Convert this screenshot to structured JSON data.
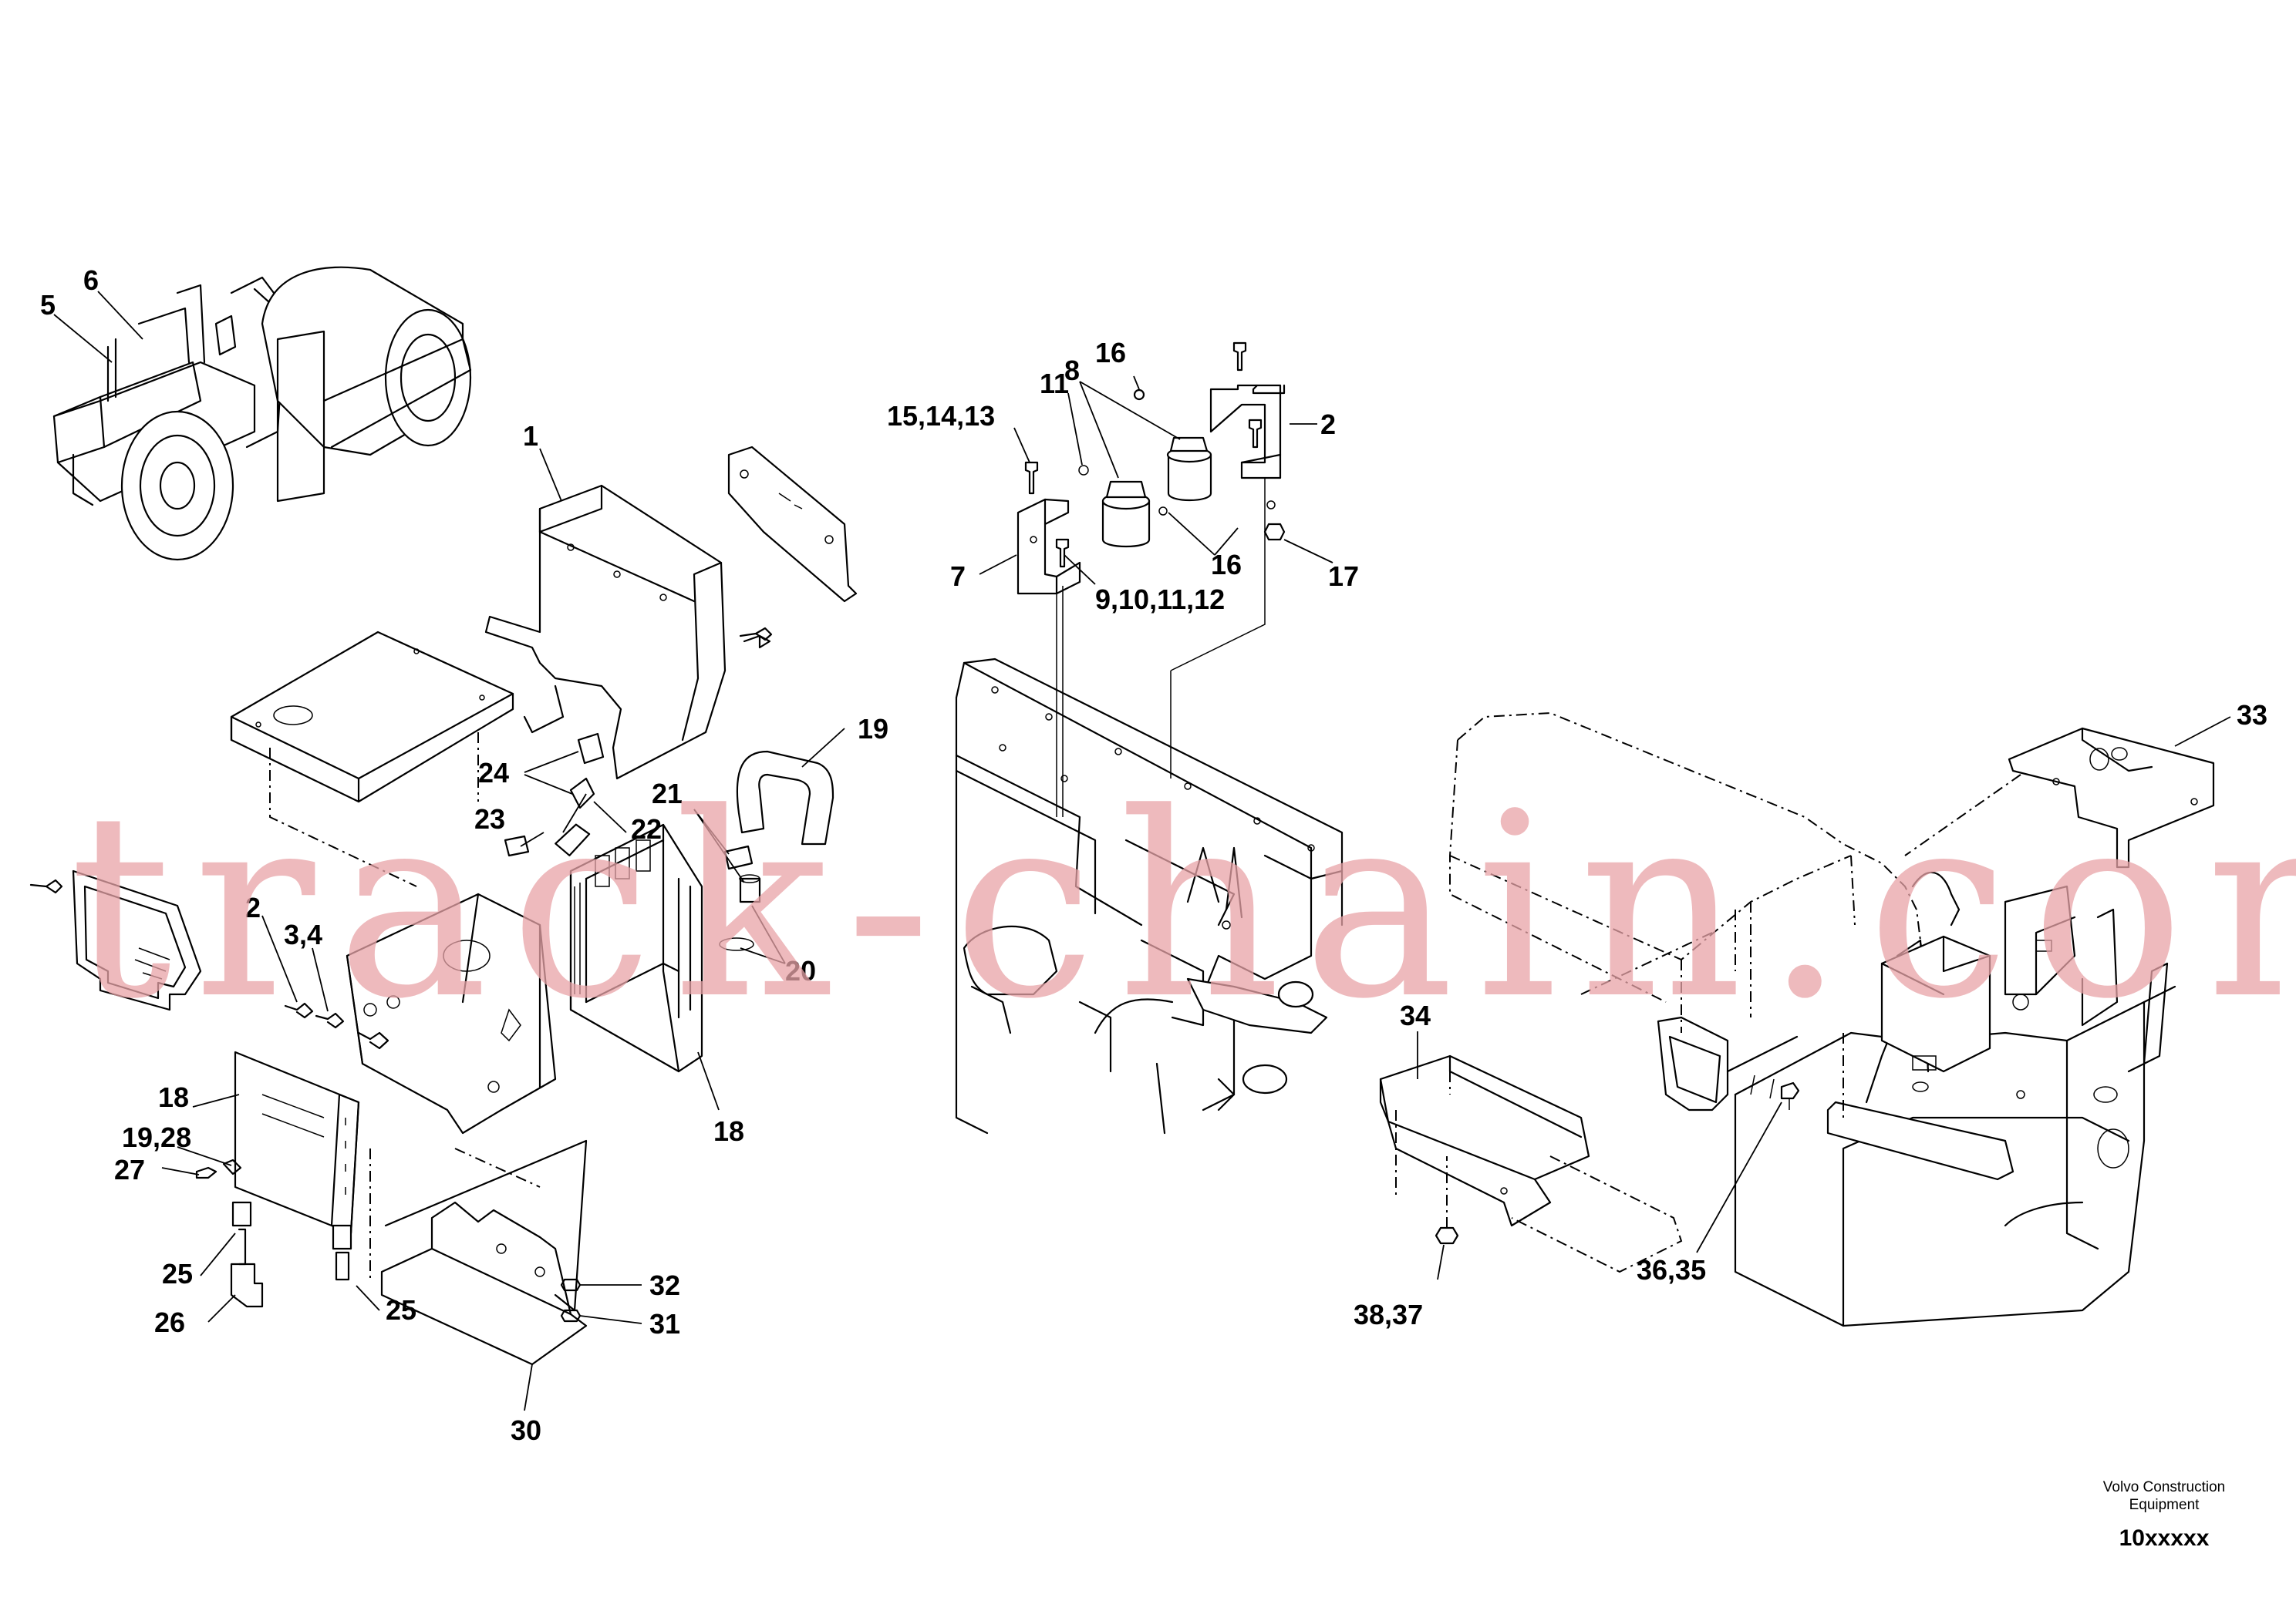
{
  "drawing": {
    "callouts": {
      "c5": "5",
      "c6": "6",
      "c1": "1",
      "c2a": "2",
      "c2b": "2",
      "c34a": "3,4",
      "c7": "7",
      "c8": "8",
      "c11": "11",
      "c16a": "16",
      "c16b": "16",
      "c151413": "15,14,13",
      "c9101112": "9,10,11,12",
      "c17": "17",
      "c18a": "18",
      "c18b": "18",
      "c19": "19",
      "c1928": "19,28",
      "c20": "20",
      "c21": "21",
      "c22": "22",
      "c23": "23",
      "c24": "24",
      "c25a": "25",
      "c25b": "25",
      "c26": "26",
      "c27": "27",
      "c30": "30",
      "c31": "31",
      "c32": "32",
      "c33": "33",
      "c34": "34",
      "c3635": "36,35",
      "c3837": "38,37"
    },
    "footer": {
      "company_line1": "Volvo Construction",
      "company_line2": "Equipment",
      "code": "10xxxxx"
    },
    "watermark": "track-chain.com"
  }
}
